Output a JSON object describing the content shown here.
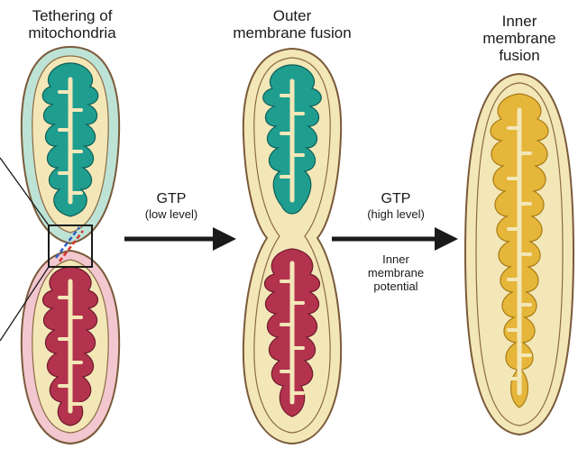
{
  "stages": {
    "tethering": {
      "line1": "Tethering of",
      "line2": "mitochondria"
    },
    "outer": {
      "line1": "Outer",
      "line2": "membrane fusion"
    },
    "inner": {
      "line1": "Inner",
      "line2": "membrane",
      "line3": "fusion"
    }
  },
  "arrows": {
    "first": {
      "gtp": "GTP",
      "level": "(low level)"
    },
    "second": {
      "gtp": "GTP",
      "level": "(high level)",
      "extra1": "Inner",
      "extra2": "membrane",
      "extra3": "potential"
    }
  },
  "colors": {
    "outer_membrane": "#f3e7b8",
    "membrane_edge": "#7a5a3a",
    "teal_light": "#bde3d6",
    "teal_cristae": "#1f9e90",
    "pink_light": "#f2c7cf",
    "red_cristae": "#b3334e",
    "yellow_cristae": "#e6b63a",
    "arrow": "#1a1a1a"
  },
  "icons": [
    "tether-box-icon",
    "arrow-right-icon"
  ]
}
